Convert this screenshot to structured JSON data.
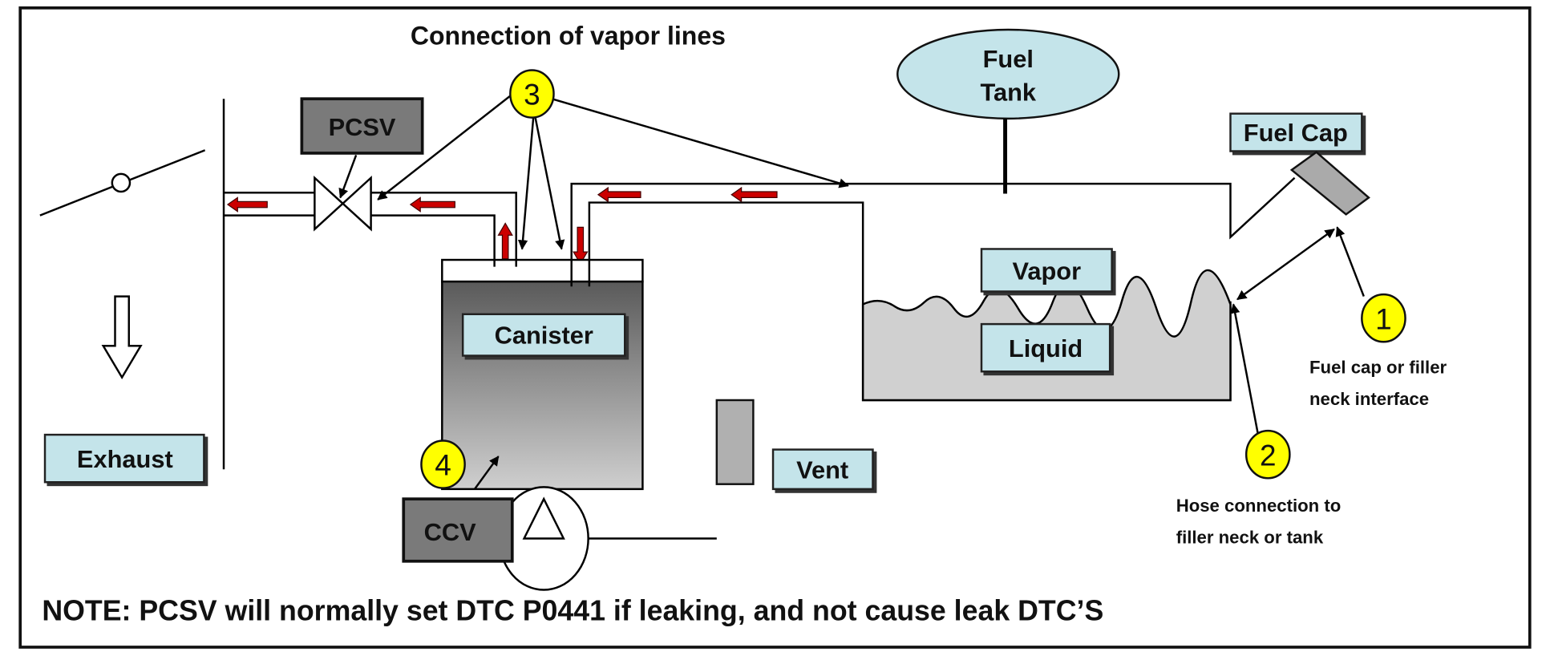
{
  "title": "Connection of vapor lines",
  "labels": {
    "fuel_tank_line1": "Fuel",
    "fuel_tank_line2": "Tank",
    "fuel_cap": "Fuel Cap",
    "pcsv": "PCSV",
    "canister": "Canister",
    "vapor": "Vapor",
    "liquid": "Liquid",
    "exhaust": "Exhaust",
    "vent": "Vent",
    "ccv": "CCV"
  },
  "callouts": [
    {
      "number": "1",
      "text_line1": "Fuel cap or filler",
      "text_line2": "neck interface"
    },
    {
      "number": "2",
      "text_line1": "Hose connection to",
      "text_line2": "filler neck or tank"
    },
    {
      "number": "3"
    },
    {
      "number": "4"
    }
  ],
  "note": "NOTE: PCSV will normally set DTC P0441 if leaking, and not cause leak DTC’S",
  "colors": {
    "label_fill": "#c4e4ea",
    "callout": "#ffff00",
    "flow_arrow": "#cc0000",
    "component": "#7a7a7a",
    "liquid": "#d0d0d0"
  }
}
